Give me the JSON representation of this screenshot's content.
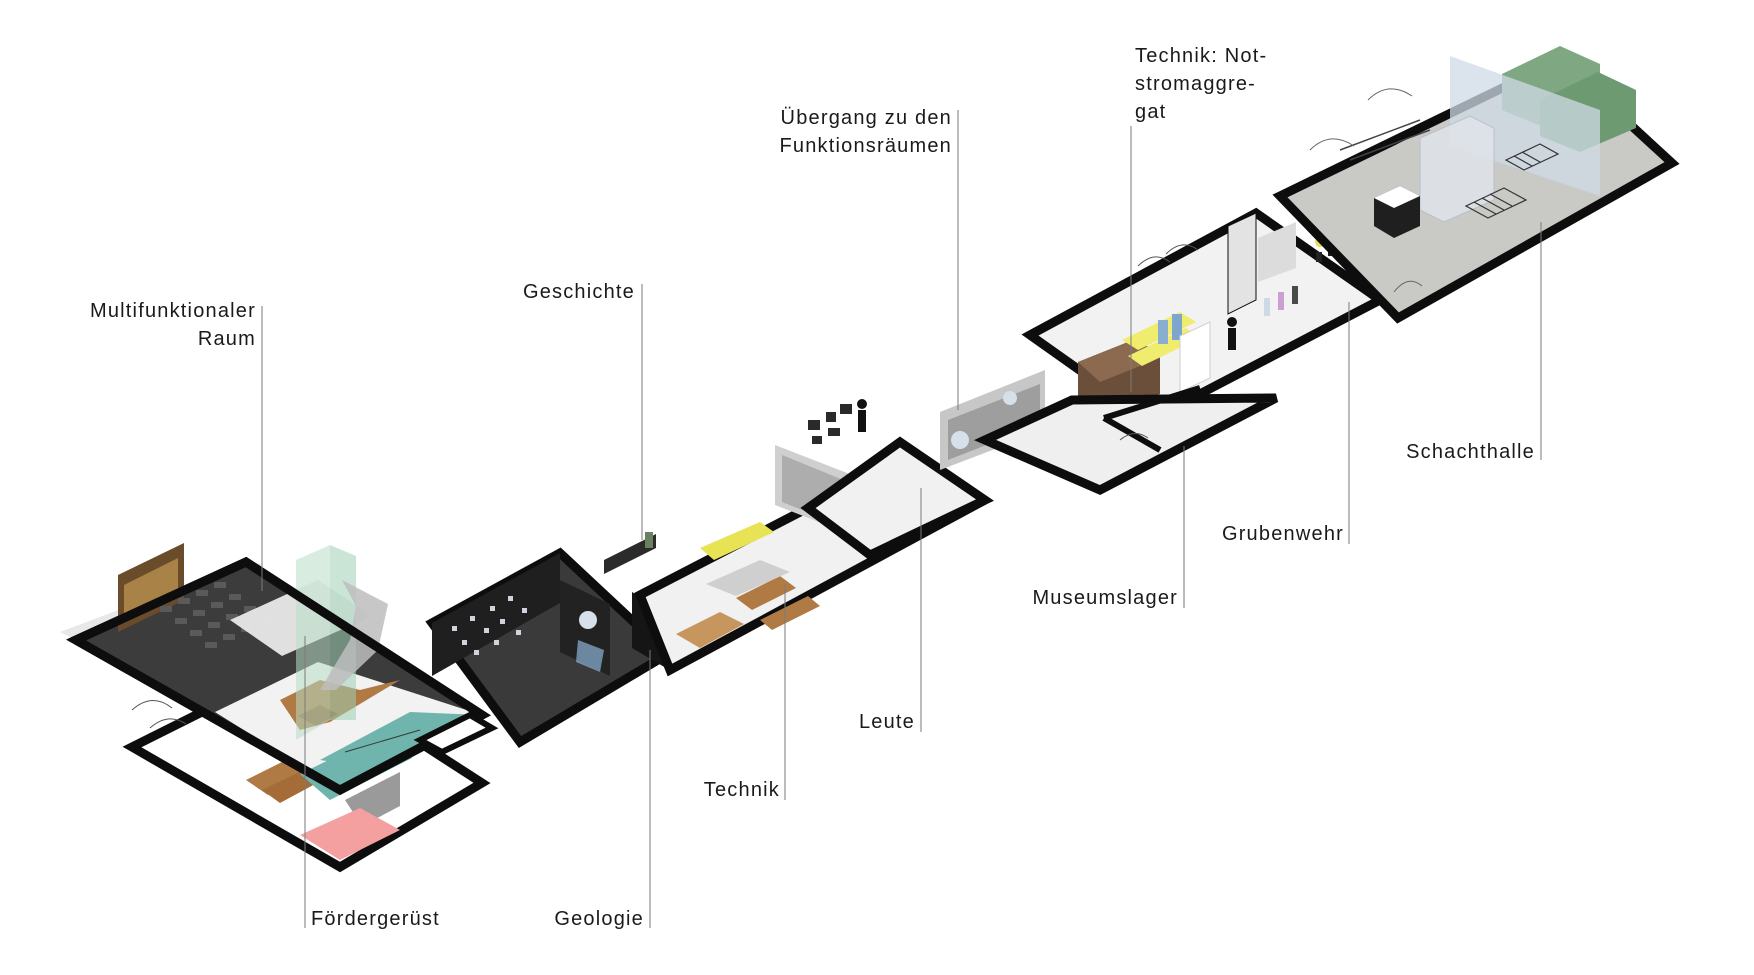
{
  "diagram": {
    "labels": {
      "multifunktionaler_raum": [
        "Multifunktionaler",
        "Raum"
      ],
      "geschichte": "Geschichte",
      "uebergang": [
        "Übergang zu den",
        "Funktionsräumen"
      ],
      "technik_notstrom": [
        "Technik: Not-",
        "stromaggre-",
        "gat"
      ],
      "schachthalle": "Schachthalle",
      "grubenwehr": "Grubenwehr",
      "museumslager": "Museumslager",
      "leute": "Leute",
      "technik": "Technik",
      "foerdergeruest": "Fördergerüst",
      "geologie": "Geologie"
    },
    "colors": {
      "wall": "#0d0d0d",
      "floor_light": "#f1f1f1",
      "floor_dark": "#3c3c3c",
      "concrete": "#c9c9c6",
      "water": "#6fb5ad",
      "wood": "#b07a45",
      "accent_yellow": "#e8e255",
      "accent_pink": "#f08a8a",
      "generator_green": "#7fa882",
      "glass": "#cfd9e6"
    }
  }
}
